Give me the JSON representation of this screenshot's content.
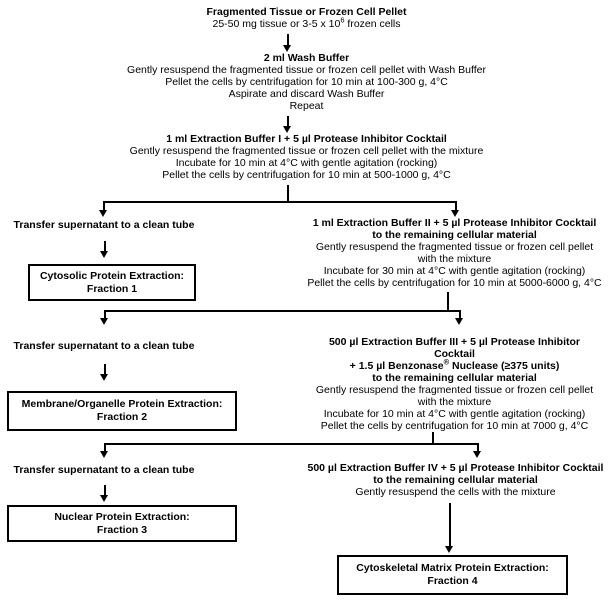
{
  "flowchart": {
    "start": {
      "title": "Fragmented Tissue or Frozen Cell Pellet",
      "subtitle_pre": "25-50 mg tissue or 3-5 x 10",
      "subtitle_sup": "6",
      "subtitle_post": " frozen cells"
    },
    "wash": {
      "title": "2 ml Wash Buffer",
      "lines": [
        "Gently resuspend the fragmented tissue or frozen cell pellet with Wash Buffer",
        "Pellet the cells by centrifugation for 10 min at 100-300 g, 4°C",
        "Aspirate and discard Wash Buffer",
        "Repeat"
      ]
    },
    "buffer1": {
      "title": "1 ml Extraction Buffer I + 5 µl Protease Inhibitor Cocktail",
      "lines": [
        "Gently resuspend the fragmented tissue or frozen cell pellet with the mixture",
        "Incubate for 10 min at 4°C with gentle agitation (rocking)",
        "Pellet the cells by centrifugation for 10 min at 500-1000 g, 4°C"
      ]
    },
    "transfer1": "Transfer supernatant to a clean tube",
    "fraction1": {
      "line1": "Cytosolic Protein Extraction:",
      "line2": "Fraction 1"
    },
    "buffer2": {
      "title1": "1 ml Extraction Buffer II + 5 µl Protease Inhibitor Cocktail",
      "title2": "to the remaining cellular material",
      "lines": [
        "Gently resuspend the fragmented tissue or frozen cell pellet",
        "with the mixture",
        "Incubate for 30 min at 4°C with gentle agitation (rocking)",
        "Pellet the cells by centrifugation for 10 min at 5000-6000 g, 4°C"
      ]
    },
    "transfer2": "Transfer supernatant to a clean tube",
    "fraction2": {
      "line1": "Membrane/Organelle Protein Extraction:",
      "line2": "Fraction 2"
    },
    "buffer3": {
      "title1": "500 µl Extraction Buffer III + 5 µl Protease Inhibitor",
      "title2": "Cocktail",
      "title3_pre": "+ 1.5 µl Benzonase",
      "title3_sup": "®",
      "title3_post": " Nuclease (≥375 units)",
      "title4": "to the remaining cellular material",
      "lines": [
        "Gently resuspend the fragmented tissue or frozen cell pellet",
        "with the mixture",
        "Incubate for 10 min at 4°C with gentle agitation (rocking)",
        "Pellet the cells by centrifugation for 10 min at 7000 g, 4°C"
      ]
    },
    "transfer3": "Transfer supernatant to a clean tube",
    "fraction3": {
      "line1": "Nuclear Protein Extraction:",
      "line2": "Fraction 3"
    },
    "buffer4": {
      "title1": "500 µl Extraction Buffer IV + 5 µl Protease Inhibitor Cocktail",
      "title2": "to the remaining cellular material",
      "lines": [
        "Gently resuspend the cells with the mixture"
      ]
    },
    "fraction4": {
      "line1": "Cytoskeletal Matrix Protein Extraction:",
      "line2": "Fraction 4"
    }
  },
  "colors": {
    "background": "#ffffff",
    "text": "#000000",
    "line": "#000000",
    "box_border": "#000000"
  }
}
